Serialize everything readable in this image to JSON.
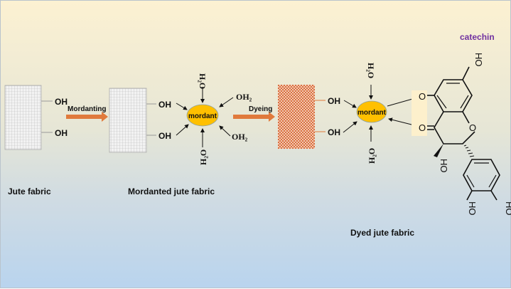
{
  "labels": {
    "jute_fabric": "Jute fabric",
    "mordanted_jute_fabric": "Mordanted jute fabric",
    "dyed_jute_fabric": "Dyed jute fabric",
    "catechin": "catechin"
  },
  "steps": {
    "mordanting": "Mordanting",
    "dyeing": "Dyeing"
  },
  "groups": {
    "oh": "OH",
    "oh2": "OH₂",
    "h2o": "H₂O",
    "o": "O",
    "ho": "HO",
    "mordant": "mordant"
  },
  "colors": {
    "arrow": "#e07a3c",
    "mordant": "#ffc000",
    "catechin": "#7030a0",
    "dyed_fabric": "#e8906a",
    "highlight": "#fdf0cc"
  }
}
